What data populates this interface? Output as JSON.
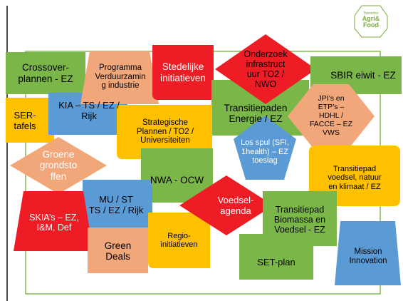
{
  "slide": {
    "logo": {
      "topline": "Topsector",
      "text": "Agri&\nFood"
    },
    "items": [
      {
        "id": "crossover",
        "label": "Crossover-\nplannen - EZ",
        "fill": "#7ab648"
      },
      {
        "id": "programma",
        "label": "Programma\nVerduurzamin\ng industrie",
        "fill": "#f2a77a"
      },
      {
        "id": "stedelijke",
        "label": "Stedelijke\ninitiatieven",
        "fill": "#ee1c24"
      },
      {
        "id": "onderzoek",
        "label": "Onderzoek\ninfrastruct\nuur TO2 /\nNWO",
        "fill": "#ee1c24"
      },
      {
        "id": "sbir",
        "label": "SBIR eiwit - EZ",
        "fill": "#7ab648"
      },
      {
        "id": "ser",
        "label": "SER-\ntafels",
        "fill": "#ffc000"
      },
      {
        "id": "kia",
        "label": "KIA – TS / EZ /\nRijk",
        "fill": "#5b9bd5"
      },
      {
        "id": "strategische",
        "label": "Strategische\nPlannen / TO2 /\nUniversiteiten",
        "fill": "#ffc000"
      },
      {
        "id": "transitiepaden",
        "label": "Transitiepaden\nEnergie / EZ",
        "fill": "#7ab648"
      },
      {
        "id": "jpi",
        "label": "JPI’s en\nETP’s –\nHDHL /\nFACCE – EZ\nVWS",
        "fill": "#f2a77a"
      },
      {
        "id": "groene",
        "label": "Groene\ngrondsto\nffen",
        "fill": "#f2a77a"
      },
      {
        "id": "nwa",
        "label": "NWA - OCW",
        "fill": "#7ab648"
      },
      {
        "id": "losspul",
        "label": "Los spul (SFI,\n1health) – EZ\ntoeslag",
        "fill": "#5b9bd5"
      },
      {
        "id": "transitiepad_voedsel",
        "label": "Transitiepad\nvoedsel, natuur\nen klimaat / EZ",
        "fill": "#ffc000"
      },
      {
        "id": "mu",
        "label": "MU / ST\nTS / EZ / Rijk",
        "fill": "#5b9bd5"
      },
      {
        "id": "skia",
        "label": "SKIA’s – EZ,\nI&M, Def",
        "fill": "#ee1c24"
      },
      {
        "id": "green_deals",
        "label": "Green\nDeals",
        "fill": "#f2a77a"
      },
      {
        "id": "regio",
        "label": "Regio-\ninitiatieven",
        "fill": "#ffc000"
      },
      {
        "id": "voedselagenda",
        "label": "Voedsel-\nagenda",
        "fill": "#ee1c24"
      },
      {
        "id": "transitiepad_biomassa",
        "label": "Transitiepad\nBiomassa en\nVoedsel - EZ",
        "fill": "#7ab648"
      },
      {
        "id": "setplan",
        "label": "SET-plan",
        "fill": "#7ab648"
      },
      {
        "id": "mission",
        "label": "Mission\nInnovation",
        "fill": "#5b9bd5"
      }
    ]
  }
}
